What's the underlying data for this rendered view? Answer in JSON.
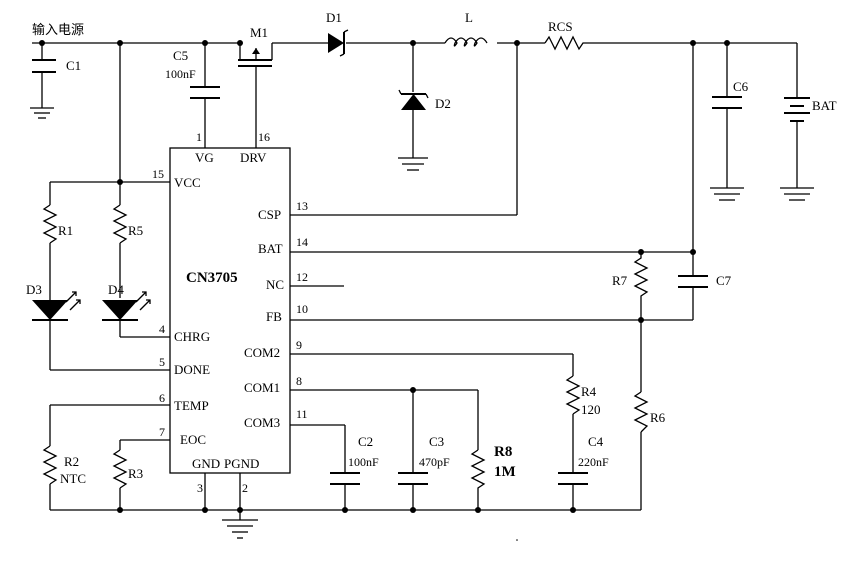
{
  "labels": {
    "input": "输入电源",
    "c1": "C1",
    "c5": "C5",
    "c5_value": "100nF",
    "m1": "M1",
    "d1": "D1",
    "d2": "D2",
    "l": "L",
    "rcs": "RCS",
    "c6": "C6",
    "bat_cell": "BAT",
    "r1": "R1",
    "r5": "R5",
    "d3": "D3",
    "d4": "D4",
    "r2": "R2",
    "r2_value": "NTC",
    "r3": "R3",
    "c2": "C2",
    "c2_value": "100nF",
    "c3": "C3",
    "c3_value": "470pF",
    "r8": "R8",
    "r8_value": "1M",
    "r4": "R4",
    "r4_value": "120",
    "c4": "C4",
    "c4_value": "220nF",
    "r6": "R6",
    "r7": "R7",
    "c7": "C7"
  },
  "ic": {
    "name": "CN3705",
    "pins": {
      "vg": "VG",
      "vg_num": "1",
      "drv": "DRV",
      "drv_num": "16",
      "vcc": "VCC",
      "vcc_num": "15",
      "csp": "CSP",
      "csp_num": "13",
      "bat": "BAT",
      "bat_num": "14",
      "nc": "NC",
      "nc_num": "12",
      "fb": "FB",
      "fb_num": "10",
      "chrg": "CHRG",
      "chrg_num": "4",
      "done": "DONE",
      "done_num": "5",
      "com2": "COM2",
      "com2_num": "9",
      "com1": "COM1",
      "com1_num": "8",
      "temp": "TEMP",
      "temp_num": "6",
      "com3": "COM3",
      "com3_num": "11",
      "eoc": "EOC",
      "eoc_num": "7",
      "gnd": "GND",
      "gnd_num": "3",
      "pgnd": "PGND",
      "pgnd_num": "2"
    }
  }
}
